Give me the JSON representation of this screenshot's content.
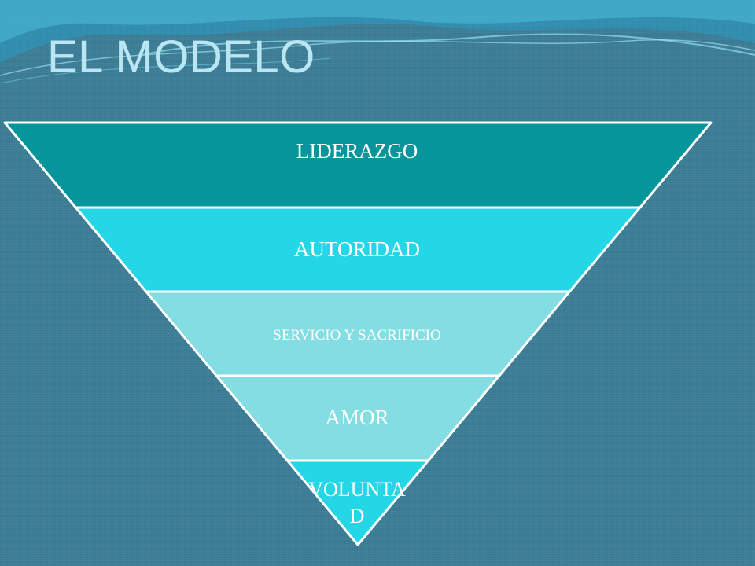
{
  "slide": {
    "title": "EL MODELO"
  },
  "pyramid": {
    "levels": [
      {
        "label": "LIDERAZGO",
        "color": "#06959a",
        "text_color": "#ffffff"
      },
      {
        "label": "AUTORIDAD",
        "color": "#24d6e6",
        "text_color": "#ffffff"
      },
      {
        "label": "SERVICIO Y SACRIFICIO",
        "color": "#84dde3",
        "text_color": "#ffffff"
      },
      {
        "label": "AMOR",
        "color": "#84dde3",
        "text_color": "#ffffff"
      },
      {
        "label_lines": [
          "VOLUNTA",
          "D"
        ],
        "color": "#24d6e6",
        "text_color": "#ffffff"
      }
    ],
    "border_color": "#ffffff"
  },
  "colors": {
    "background": "#3d7e97",
    "title": "#b9e6f2"
  }
}
